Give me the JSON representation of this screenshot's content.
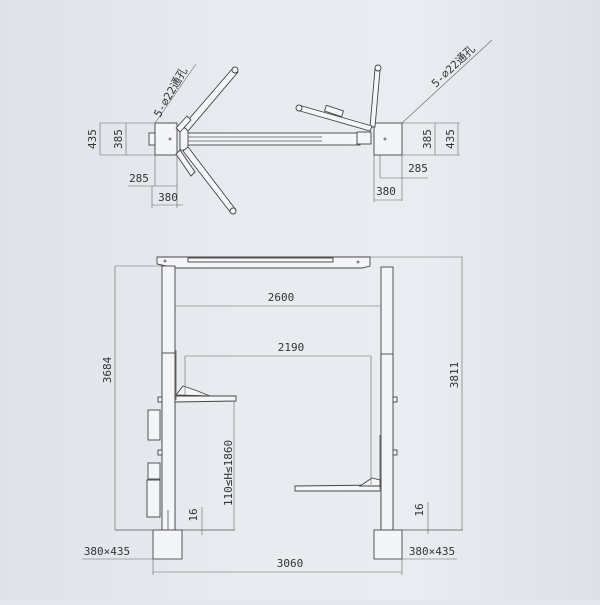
{
  "top_view": {
    "left_post": {
      "hole_note": "5-∅22通孔",
      "dim_outer": "435",
      "dim_inner": "385",
      "dim_285": "285",
      "dim_380": "380"
    },
    "right_post": {
      "hole_note": "5-∅22通孔",
      "dim_outer": "435",
      "dim_inner": "385",
      "dim_285": "285",
      "dim_380": "380"
    }
  },
  "front_view": {
    "overall_width_inner": "2600",
    "drive_through_width": "2190",
    "height_left": "3684",
    "height_right": "3811",
    "lift_range": "110≤H≤1860",
    "left_min_height": "16",
    "right_min_height": "16",
    "left_base": "380×435",
    "right_base": "380×435",
    "base_span": "3060"
  },
  "colors": {
    "line": "#555555",
    "background": "#e6e9ee"
  }
}
